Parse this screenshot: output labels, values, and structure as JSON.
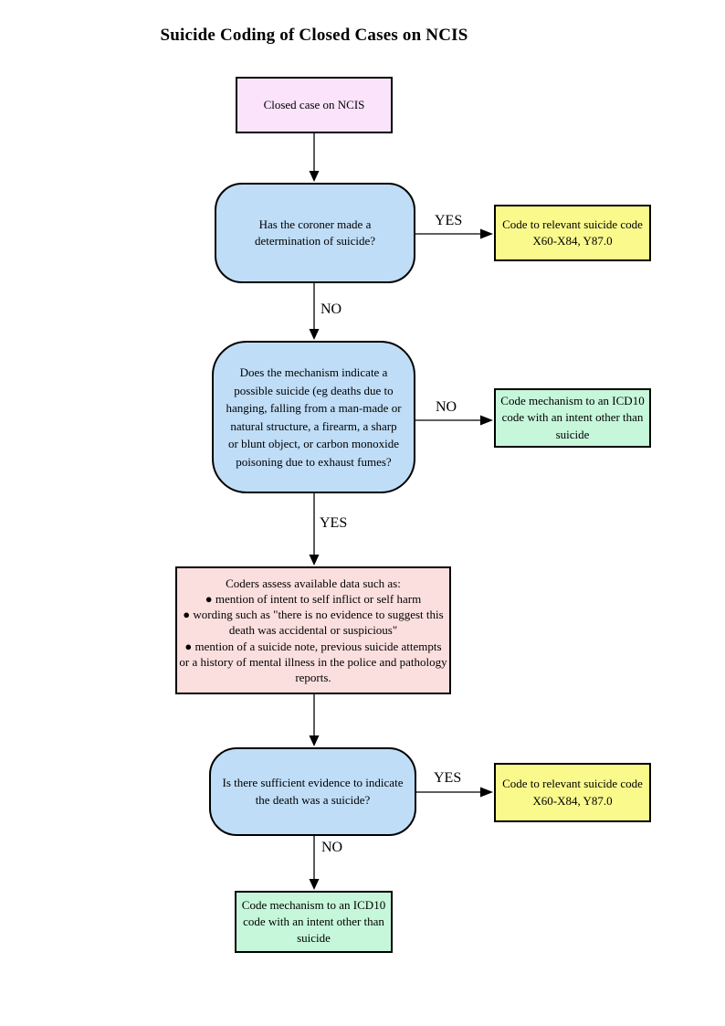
{
  "page": {
    "title": "Suicide Coding of Closed Cases on NCIS"
  },
  "colors": {
    "start_fill": "#FAE3FB",
    "decision_fill": "#BFDDF7",
    "suicide_code_fill": "#FAFA8C",
    "other_intent_fill": "#C6F7DA",
    "assess_fill": "#FBDFDF",
    "border_and_lines": "#000000",
    "background": "#FFFFFF"
  },
  "nodes": {
    "start": {
      "label": "Closed case on NCIS"
    },
    "decision_coroner": {
      "label": "Has the coroner made a determination of suicide?"
    },
    "code_suicide_1": {
      "label": "Code to relevant suicide code X60-X84, Y87.0"
    },
    "decision_mechanism": {
      "label": "Does the mechanism indicate a possible suicide (eg deaths due to hanging, falling from a man-made or natural structure, a firearm, a sharp or blunt object, or carbon monoxide poisoning due to exhaust fumes?"
    },
    "code_other_intent_1": {
      "label": "Code mechanism to an ICD10 code with an intent other than suicide"
    },
    "assess": {
      "title": "Coders assess available data such as:",
      "bullets": [
        "● mention of intent to self inflict or self harm",
        "● wording such as \"there is no evidence to suggest this death was accidental or suspicious\"",
        "● mention of a suicide note, previous suicide attempts or a history of mental illness in the police and pathology reports."
      ]
    },
    "decision_evidence": {
      "label": "Is there sufficient evidence to indicate the death was a suicide?"
    },
    "code_suicide_2": {
      "label": "Code to relevant suicide code X60-X84, Y87.0"
    },
    "code_other_intent_2": {
      "label": "Code mechanism to an ICD10 code with an intent other than suicide"
    }
  },
  "edges": {
    "coroner_yes": "YES",
    "coroner_no": "NO",
    "mechanism_no": "NO",
    "mechanism_yes": "YES",
    "evidence_yes": "YES",
    "evidence_no": "NO"
  }
}
